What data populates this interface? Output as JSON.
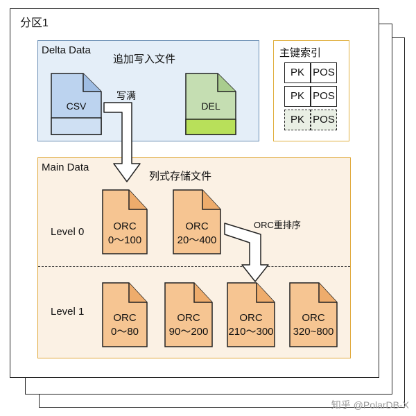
{
  "partition": {
    "title": "分区1"
  },
  "delta": {
    "title": "Delta Data",
    "subtitle": "追加写入文件",
    "csv_label": "CSV",
    "del_label": "DEL",
    "arrow_label": "写满"
  },
  "pk_index": {
    "title": "主键索引",
    "rows": [
      {
        "pk": "PK",
        "pos": "POS"
      },
      {
        "pk": "PK",
        "pos": "POS"
      },
      {
        "pk": "PK",
        "pos": "POS"
      }
    ]
  },
  "main": {
    "title": "Main Data",
    "subtitle": "列式存储文件",
    "rearrange_label": "ORC重排序",
    "level0": {
      "label": "Level 0",
      "files": [
        {
          "name": "ORC",
          "range": "0～100"
        },
        {
          "name": "ORC",
          "range": "20～400"
        }
      ]
    },
    "level1": {
      "label": "Level 1",
      "files": [
        {
          "name": "ORC",
          "range": "0～80"
        },
        {
          "name": "ORC",
          "range": "90～200"
        },
        {
          "name": "ORC",
          "range": "210～300"
        },
        {
          "name": "ORC",
          "range": "320~800"
        }
      ]
    }
  },
  "watermark": "知乎 @PolarDB-X",
  "colors": {
    "delta_fill": "#e4eef8",
    "delta_border": "#6b8fb5",
    "csv_fill": "#bcd3ef",
    "del_fill": "#c5deb2",
    "del_band": "#b8e05a",
    "main_fill": "#fbf1e4",
    "main_border": "#e0a83a",
    "orc_fill": "#f6c592",
    "pk_border": "#e0b040"
  }
}
